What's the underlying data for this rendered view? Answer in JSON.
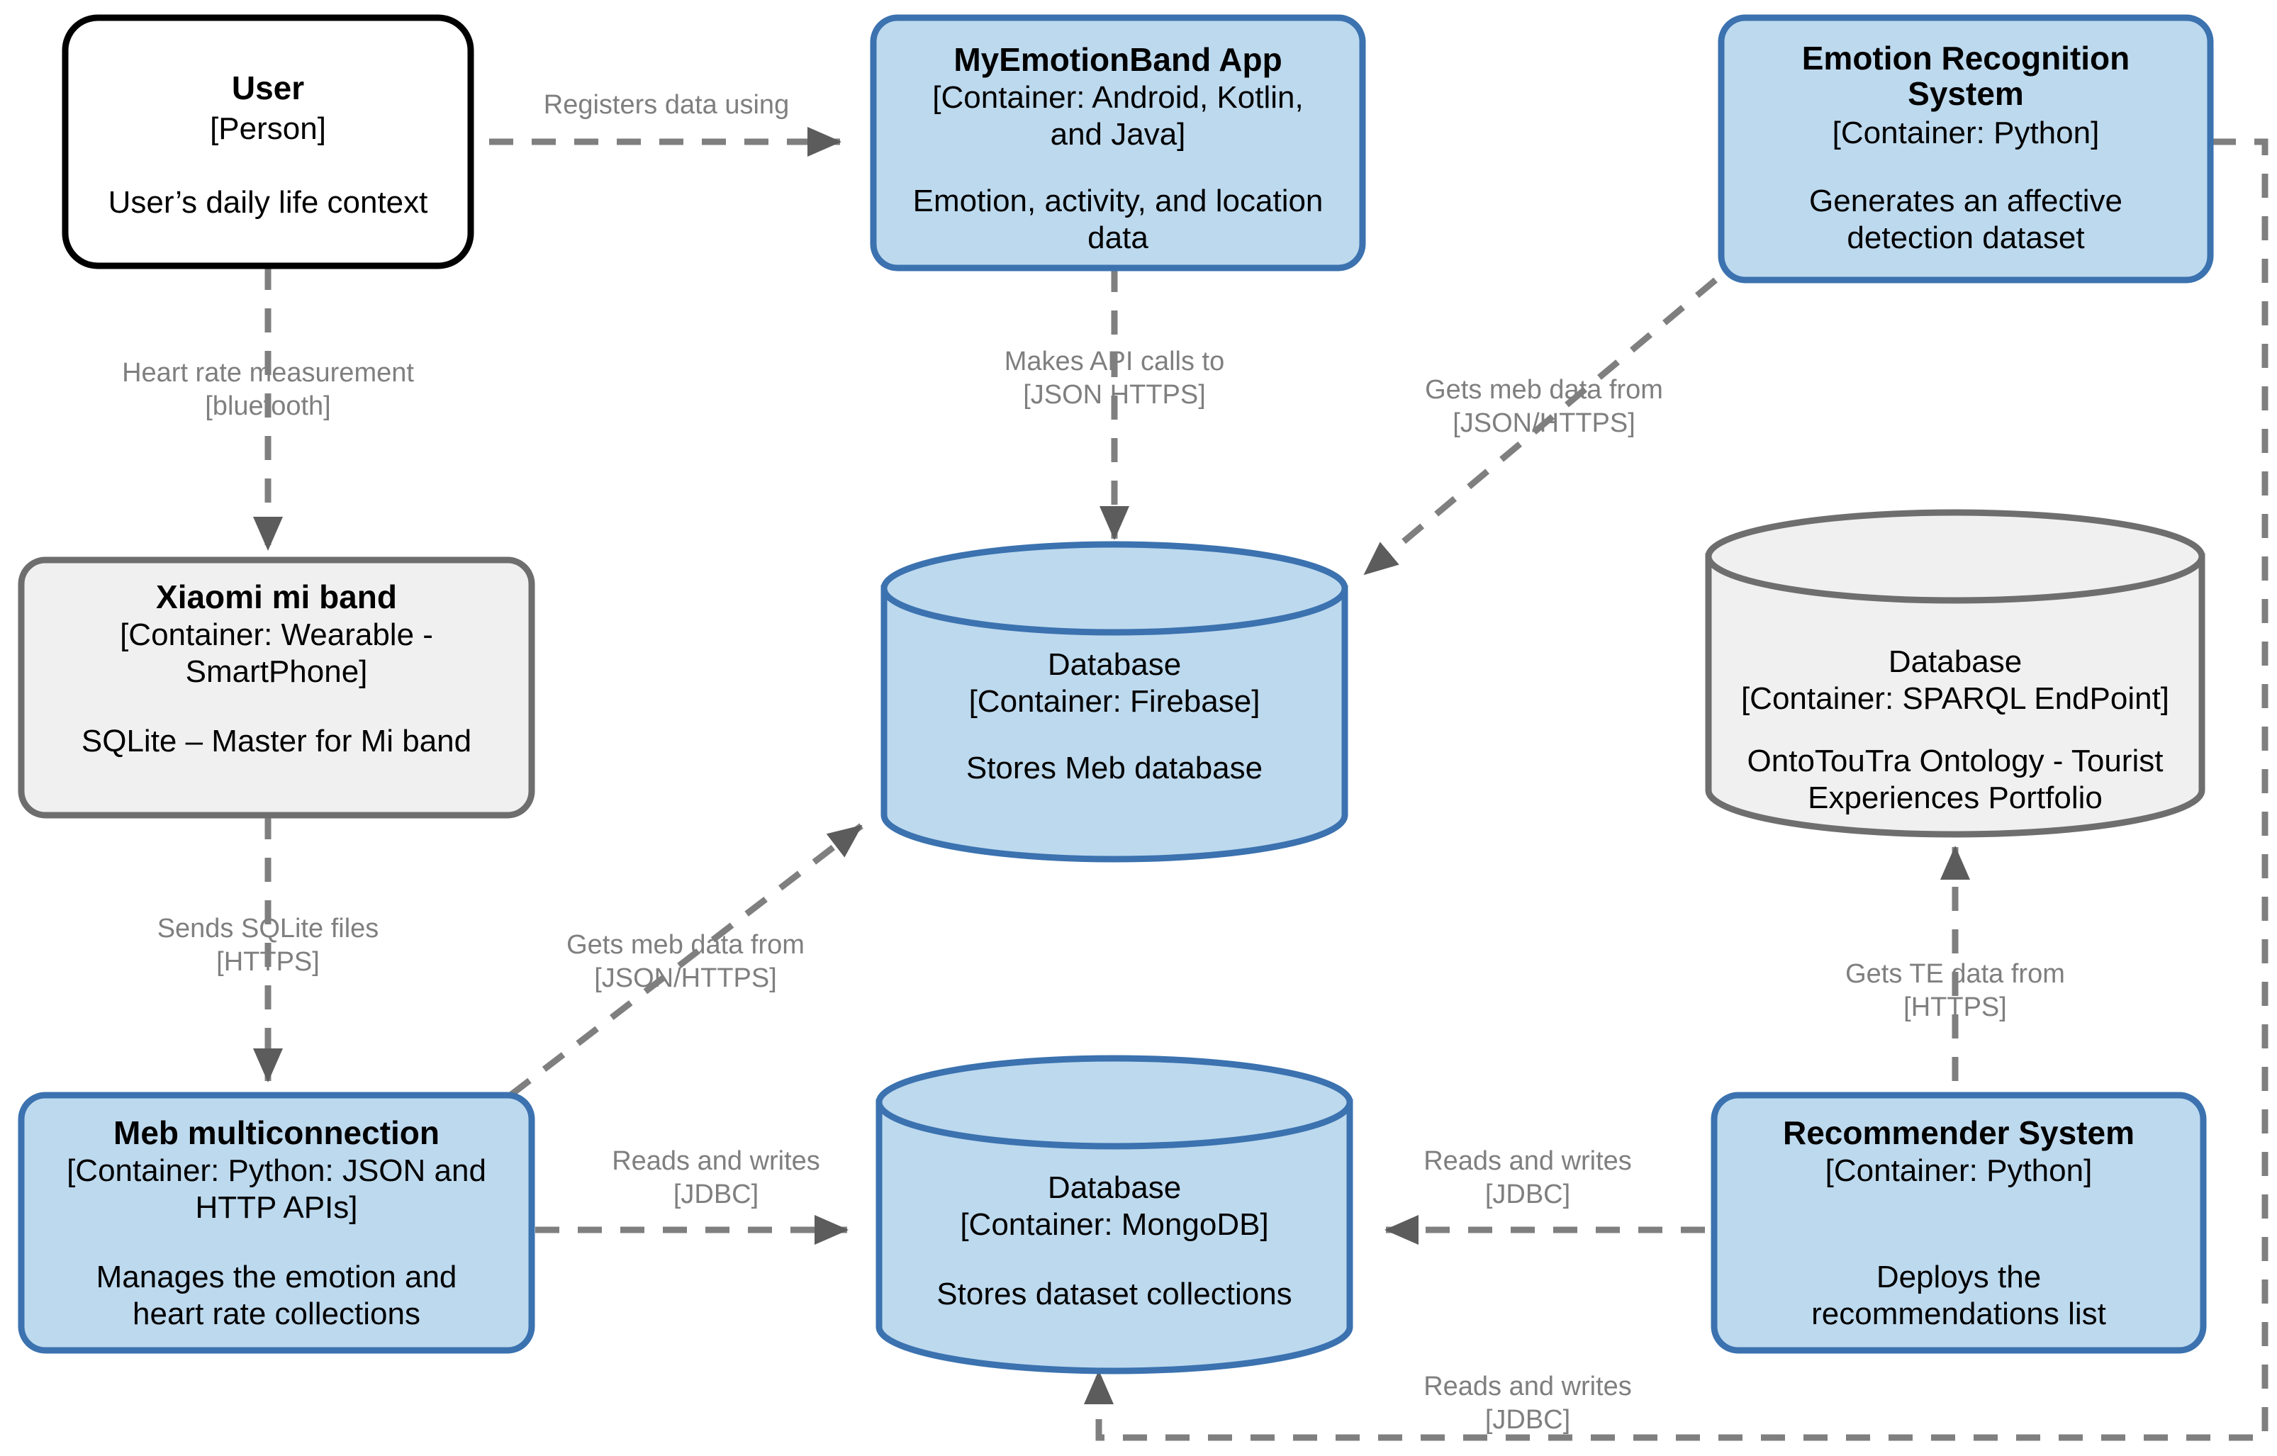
{
  "diagram": {
    "type": "c4-container-diagram",
    "colors": {
      "person_stroke": "#000000",
      "person_fill": "#FFFFFF",
      "container_stroke": "#3B72AF",
      "container_fill": "#BDD9EE",
      "external_stroke": "#6E6E6E",
      "external_fill": "#F0F0F0",
      "edge_stroke": "#7F7F7F",
      "edge_label": "#7F7F7F",
      "arrowhead": "#5C5C5C",
      "text": "#000000"
    },
    "nodes": [
      {
        "id": "user",
        "shape": "rounded-rect",
        "style": "person",
        "title": "User",
        "tech": "[Person]",
        "desc": "User’s daily life context"
      },
      {
        "id": "myemotionband-app",
        "shape": "rounded-rect",
        "style": "container",
        "title": "MyEmotionBand App",
        "tech": "[Container: Android, Kotlin, and Java]",
        "tech_lines": [
          "[Container: Android, Kotlin,",
          "and Java]"
        ],
        "desc": "Emotion, activity, and location data",
        "desc_lines": [
          "Emotion, activity, and location",
          "data"
        ]
      },
      {
        "id": "emotion-recognition-system",
        "shape": "rounded-rect",
        "style": "container",
        "title": "Emotion Recognition System",
        "title_lines": [
          "Emotion Recognition",
          "System"
        ],
        "tech": "[Container: Python]",
        "desc": "Generates an affective detection dataset",
        "desc_lines": [
          "Generates an affective",
          "detection dataset"
        ]
      },
      {
        "id": "xiaomi-mi-band",
        "shape": "rounded-rect",
        "style": "external",
        "title": "Xiaomi mi band",
        "tech": "[Container: Wearable - SmartPhone]",
        "tech_lines": [
          "[Container: Wearable -",
          "SmartPhone]"
        ],
        "desc": "SQLite – Master for Mi band"
      },
      {
        "id": "database-firebase",
        "shape": "cylinder",
        "style": "container",
        "title": "Database",
        "tech": "[Container: Firebase]",
        "desc": "Stores Meb database"
      },
      {
        "id": "database-sparql",
        "shape": "cylinder",
        "style": "external",
        "title": "Database",
        "tech": "[Container: SPARQL EndPoint]",
        "desc": "OntoTouTra Ontology - Tourist Experiences Portfolio",
        "desc_lines": [
          "OntoTouTra Ontology - Tourist",
          "Experiences Portfolio"
        ]
      },
      {
        "id": "meb-multiconnection",
        "shape": "rounded-rect",
        "style": "container",
        "title": "Meb multiconnection",
        "tech": "[Container: Python: JSON and HTTP APIs]",
        "tech_lines": [
          "[Container: Python: JSON and",
          "HTTP APIs]"
        ],
        "desc": "Manages the emotion and heart rate collections",
        "desc_lines": [
          "Manages the emotion and",
          "heart rate collections"
        ]
      },
      {
        "id": "database-mongodb",
        "shape": "cylinder",
        "style": "container",
        "title": "Database",
        "tech": "[Container: MongoDB]",
        "desc": "Stores dataset collections"
      },
      {
        "id": "recommender-system",
        "shape": "rounded-rect",
        "style": "container",
        "title": "Recommender System",
        "tech": "[Container: Python]",
        "desc": "Deploys the recommendations list",
        "desc_lines": [
          "Deploys the",
          "recommendations list"
        ]
      }
    ],
    "edges": [
      {
        "id": "edge-user-to-app",
        "from": "user",
        "to": "myemotionband-app",
        "label": "Registers data using",
        "label_lines": [
          "Registers data using"
        ]
      },
      {
        "id": "edge-user-to-miband",
        "from": "user",
        "to": "xiaomi-mi-band",
        "label": "Heart rate measurement [bluetooth]",
        "label_lines": [
          "Heart rate measurement",
          "[bluetooth]"
        ]
      },
      {
        "id": "edge-app-to-firebase",
        "from": "myemotionband-app",
        "to": "database-firebase",
        "label": "Makes API calls to [JSON HTTPS]",
        "label_lines": [
          "Makes API calls to",
          "[JSON HTTPS]"
        ]
      },
      {
        "id": "edge-ers-to-firebase",
        "from": "emotion-recognition-system",
        "to": "database-firebase",
        "label": "Gets meb data from [JSON/HTTPS]",
        "label_lines": [
          "Gets meb data from",
          "[JSON/HTTPS]"
        ]
      },
      {
        "id": "edge-miband-to-meb",
        "from": "xiaomi-mi-band",
        "to": "meb-multiconnection",
        "label": "Sends SQLite files [HTTPS]",
        "label_lines": [
          "Sends SQLite files",
          "[HTTPS]"
        ]
      },
      {
        "id": "edge-meb-to-firebase",
        "from": "meb-multiconnection",
        "to": "database-firebase",
        "label": "Gets meb data from [JSON/HTTPS]",
        "label_lines": [
          "Gets meb data from",
          "[JSON/HTTPS]"
        ]
      },
      {
        "id": "edge-meb-to-mongodb",
        "from": "meb-multiconnection",
        "to": "database-mongodb",
        "label": "Reads and writes [JDBC]",
        "label_lines": [
          "Reads and writes",
          "[JDBC]"
        ]
      },
      {
        "id": "edge-recommender-to-mongodb",
        "from": "recommender-system",
        "to": "database-mongodb",
        "label": "Reads and writes [JDBC]",
        "label_lines": [
          "Reads and writes",
          "[JDBC]"
        ]
      },
      {
        "id": "edge-recommender-to-sparql",
        "from": "recommender-system",
        "to": "database-sparql",
        "label": "Gets TE data from [HTTPS]",
        "label_lines": [
          "Gets TE data from",
          "[HTTPS]"
        ]
      },
      {
        "id": "edge-ers-to-mongodb",
        "from": "emotion-recognition-system",
        "to": "database-mongodb",
        "label": "Reads and writes [JDBC]",
        "label_lines": [
          "Reads and writes",
          "[JDBC]"
        ]
      }
    ]
  }
}
